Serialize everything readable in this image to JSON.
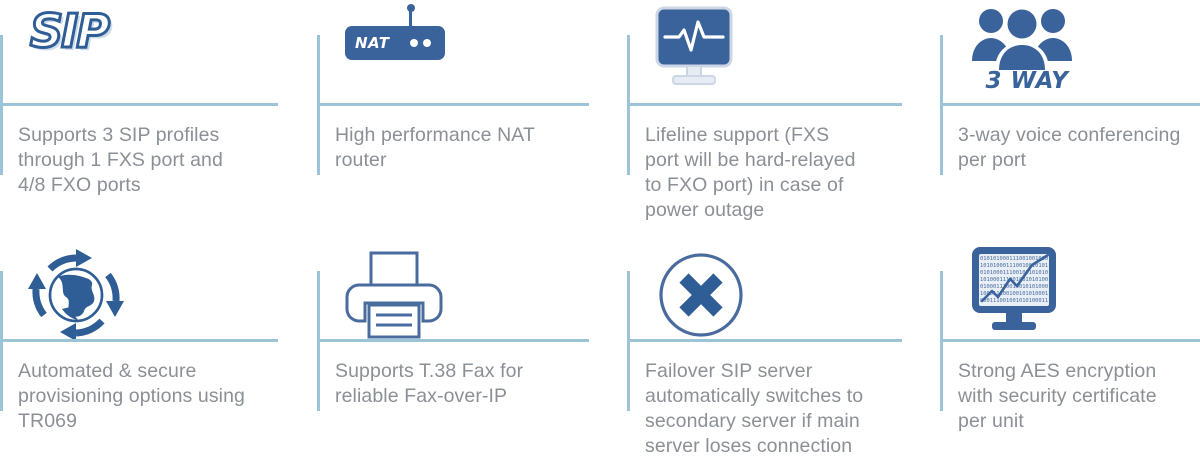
{
  "theme": {
    "rule_color": "#9cc4d8",
    "icon_blue": "#3a629b",
    "icon_outline_blue": "#4a6b9e",
    "text_gray": "#8b9096",
    "background": "#ffffff"
  },
  "features": [
    {
      "id": "sip-profiles",
      "icon_name": "sip-logo-icon",
      "icon_text": "SIP",
      "caption": "Supports 3 SIP profiles\nthrough 1 FXS port and\n4/8 FXO ports"
    },
    {
      "id": "nat-router",
      "icon_name": "nat-router-icon",
      "icon_text": "NAT",
      "caption": "High performance NAT\nrouter"
    },
    {
      "id": "lifeline-support",
      "icon_name": "monitor-heartbeat-icon",
      "icon_text": "",
      "caption": "Lifeline support (FXS\nport will be hard-relayed\nto FXO port) in case of\npower outage"
    },
    {
      "id": "three-way-conferencing",
      "icon_name": "three-people-icon",
      "icon_text": "3 WAY",
      "caption": "3-way voice conferencing\nper port"
    },
    {
      "id": "auto-provisioning",
      "icon_name": "globe-refresh-arrows-icon",
      "icon_text": "",
      "caption": "Automated & secure\nprovisioning options using\nTR069"
    },
    {
      "id": "t38-fax",
      "icon_name": "printer-fax-icon",
      "icon_text": "",
      "caption": "Supports T.38 Fax for\nreliable Fax-over-IP"
    },
    {
      "id": "failover-sip-server",
      "icon_name": "circle-x-icon",
      "icon_text": "",
      "caption": "Failover SIP server\nautomatically switches to\nsecondary server if main\nserver loses connection"
    },
    {
      "id": "aes-encryption",
      "icon_name": "monitor-binary-chart-icon",
      "icon_text": "",
      "caption": "Strong AES encryption\nwith security certificate\nper unit"
    }
  ]
}
